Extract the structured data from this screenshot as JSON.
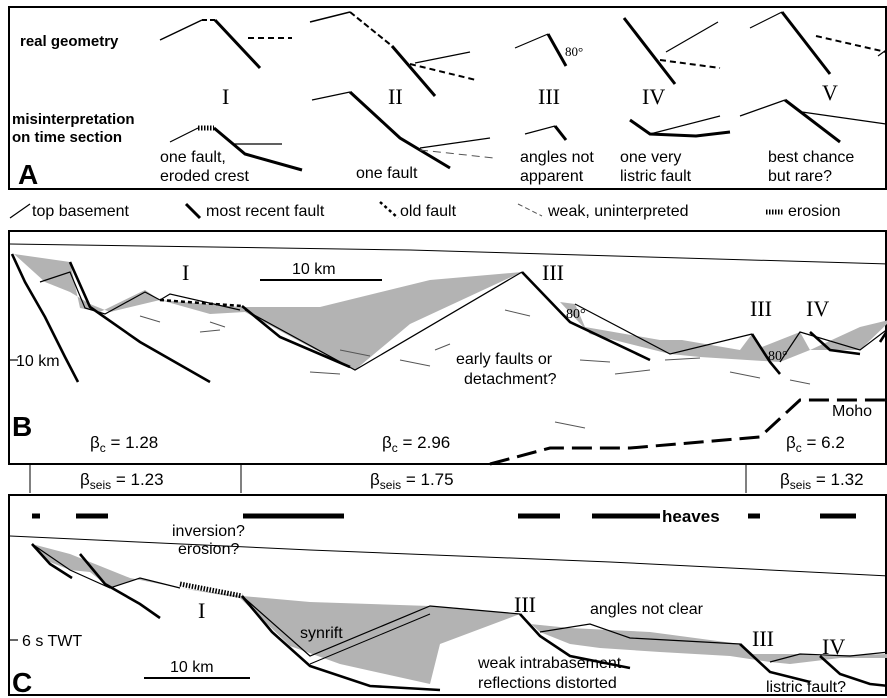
{
  "panelA": {
    "letter": "A",
    "row_real": "real geometry",
    "row_mis_1": "misinterpretation",
    "row_mis_2": "on time section",
    "cases": [
      {
        "numeral": "I",
        "caption_1": "one fault,",
        "caption_2": "eroded crest"
      },
      {
        "numeral": "II",
        "caption_1": "",
        "caption_2": "one fault"
      },
      {
        "numeral": "III",
        "caption_1": "angles not",
        "caption_2": "apparent",
        "angle": "80°"
      },
      {
        "numeral": "IV",
        "caption_1": "one very",
        "caption_2": "listric fault"
      },
      {
        "numeral": "V",
        "caption_1": "best chance",
        "caption_2": "but rare?"
      }
    ]
  },
  "legend": {
    "top_basement": "top basement",
    "recent_fault": "most recent fault",
    "old_fault": "old fault",
    "weak": "weak, uninterpreted",
    "erosion": "erosion"
  },
  "panelB": {
    "letter": "B",
    "scale": "10 km",
    "depth": "10 km",
    "numeral_I": "I",
    "numeral_III_1": "III",
    "numeral_III_2": "III",
    "numeral_IV": "IV",
    "angle_1": "80°",
    "angle_2": "80°",
    "early_1": "early faults or",
    "early_2": "detachment?",
    "moho": "Moho",
    "beta_c": [
      {
        "sym": "β",
        "sub": "c",
        "value": " = 1.28"
      },
      {
        "sym": "β",
        "sub": "c",
        "value": " = 2.96"
      },
      {
        "sym": "β",
        "sub": "c",
        "value": " = 6.2"
      }
    ]
  },
  "beta_seis": [
    {
      "sym": "β",
      "sub": "seis",
      "value": " = 1.23"
    },
    {
      "sym": "β",
      "sub": "seis",
      "value": " = 1.75"
    },
    {
      "sym": "β",
      "sub": "seis",
      "value": " = 1.32"
    }
  ],
  "panelC": {
    "letter": "C",
    "heaves": "heaves",
    "inversion_1": "inversion?",
    "inversion_2": "erosion?",
    "numeral_I": "I",
    "numeral_III_1": "III",
    "numeral_III_2": "III",
    "numeral_IV": "IV",
    "angles": "angles not clear",
    "synrift": "synrift",
    "twt": "6 s TWT",
    "scale": "10 km",
    "weak_1": "weak intrabasement",
    "weak_2": "reflections distorted",
    "listric": "listric fault?"
  },
  "colors": {
    "fill": "#b3b3b3",
    "ink": "#000000",
    "weak": "#555555"
  }
}
